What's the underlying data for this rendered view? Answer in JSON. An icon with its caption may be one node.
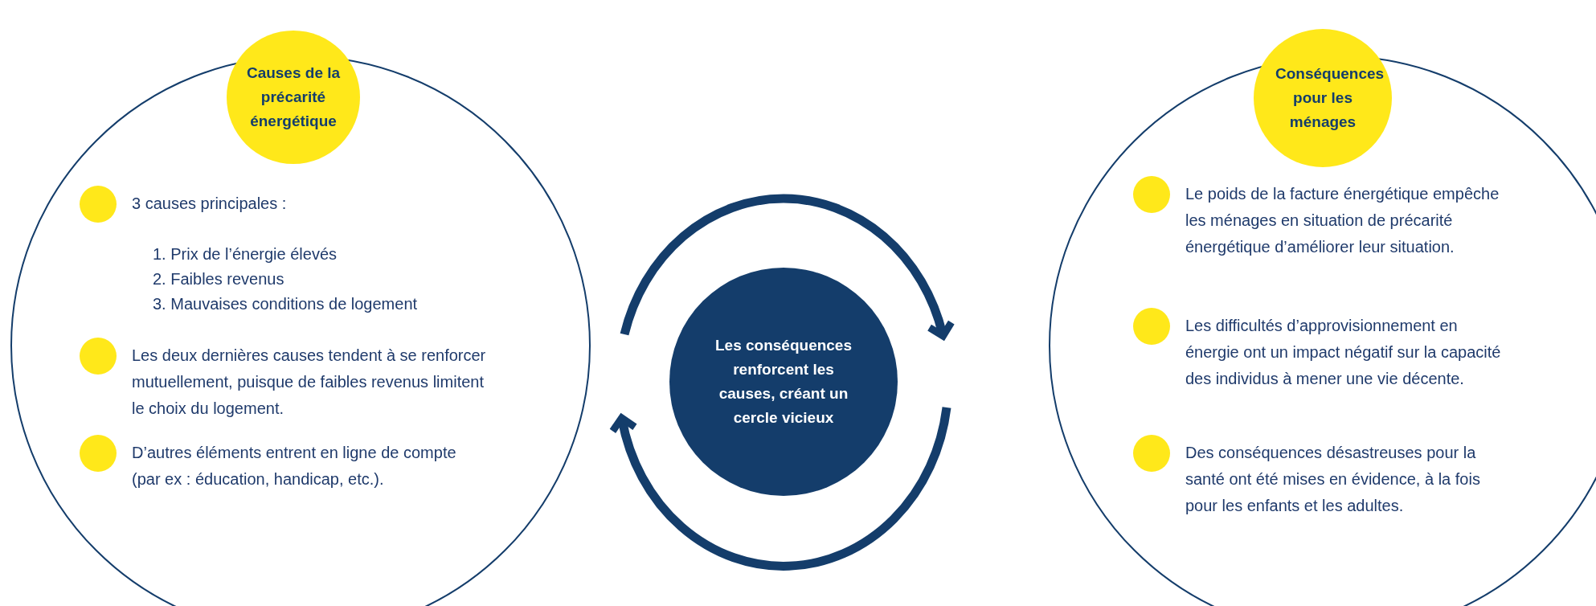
{
  "diagram": {
    "nodes": [
      {
        "text": [
          "Causes de la précarité énergétique"
        ]
      },
      {
        "text": [
          "3 causes principales :",
          "1. Prix de l’énergie élevés",
          "2. Faibles revenus",
          "3. Mauvaises conditions de logement",
          "Les deux dernières causes tendent à se renforcer mutuellement, puisque de faibles revenus limitent le choix du logement.",
          "D’autres éléments entrent en ligne de compte (par ex : éducation, handicap, etc.)."
        ]
      },
      {
        "text": [
          "Les conséquences renforcent les causes, créant un cercle vicieux"
        ]
      },
      {
        "text": [
          "Conséquences pour les ménages"
        ]
      },
      {
        "text": [
          "Le poids de la facture énergétique empêche les ménages en situation de précarité énergétique d’améliorer leur situation.",
          "Les difficultés d’approvisionnement en énergie ont un impact négatif sur la capacité des individus à mener une vie décente.",
          "Des conséquences désastreuses pour la santé ont été mises en évidence, à la fois pour les enfants et les adultes."
        ]
      }
    ]
  }
}
